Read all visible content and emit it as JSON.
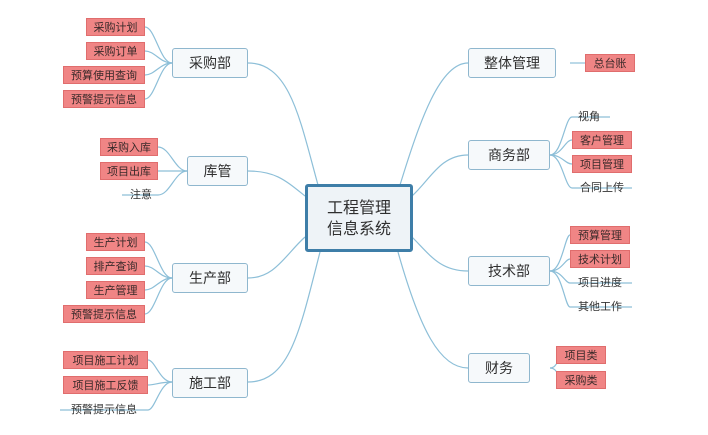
{
  "center": {
    "line1": "工程管理",
    "line2": "信息系统"
  },
  "departments": {
    "procurement": {
      "label": "采购部",
      "items": [
        "采购计划",
        "采购订单",
        "预算使用查询",
        "预警提示信息"
      ]
    },
    "warehouse": {
      "label": "库管",
      "items": [
        "采购入库",
        "项目出库",
        "注意"
      ]
    },
    "production": {
      "label": "生产部",
      "items": [
        "生产计划",
        "排产查询",
        "生产管理",
        "预警提示信息"
      ]
    },
    "construction": {
      "label": "施工部",
      "items": [
        "项目施工计划",
        "项目施工反馈",
        "预警提示信息"
      ]
    },
    "overall": {
      "label": "整体管理",
      "items": [
        "总台账"
      ]
    },
    "business": {
      "label": "商务部",
      "items": [
        "视角",
        "客户管理",
        "项目管理",
        "合同上传"
      ]
    },
    "technical": {
      "label": "技术部",
      "items": [
        "预算管理",
        "技术计划",
        "项目进度",
        "其他工作"
      ]
    },
    "finance": {
      "label": "财务",
      "items": [
        "项目类",
        "采购类"
      ]
    }
  },
  "colors": {
    "line": "#8dbfd8",
    "highlight": "#f08585",
    "center_border": "#3e7ea8"
  }
}
